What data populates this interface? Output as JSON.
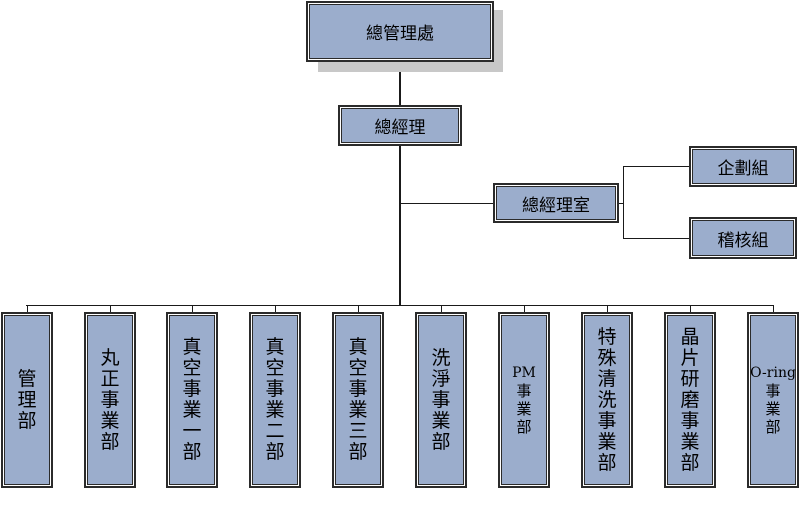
{
  "colors": {
    "node_fill": "#9badcc",
    "node_border": "#2b2b2b",
    "line": "#1a1a1a",
    "shadow": "#c8c8c8"
  },
  "top": {
    "label": "總管理處"
  },
  "gm": {
    "label": "總經理"
  },
  "gm_office": {
    "label": "總經理室"
  },
  "side": [
    {
      "label": "企劃組"
    },
    {
      "label": "稽核組"
    }
  ],
  "departments": [
    {
      "label": "管理部"
    },
    {
      "label": "丸正事業部"
    },
    {
      "label": "真空事業一部"
    },
    {
      "label": "真空事業二部"
    },
    {
      "label": "真空事業三部"
    },
    {
      "label": "洗淨事業部"
    },
    {
      "label_top": "PM",
      "label": "事業部"
    },
    {
      "label": "特殊清洗事業部"
    },
    {
      "label": "晶片研磨事業部"
    },
    {
      "label_top": "O-ring",
      "label": "事業部"
    }
  ]
}
